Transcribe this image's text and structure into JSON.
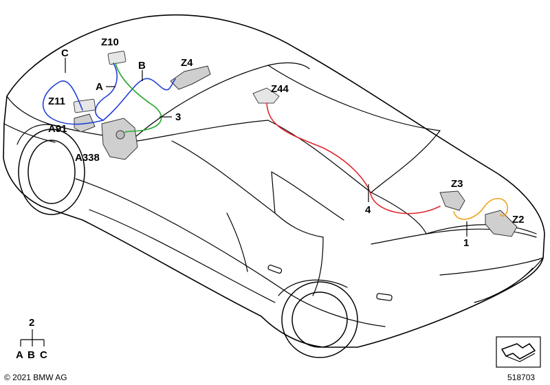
{
  "colors": {
    "wire_blue": "#1f3fd6",
    "wire_green": "#22a82b",
    "wire_red": "#e0252c",
    "wire_orange": "#f0a218"
  },
  "labels": {
    "z10": "Z10",
    "c": "C",
    "b": "B",
    "z4": "Z4",
    "a": "A",
    "z11": "Z11",
    "n3": "3",
    "a91": "A91",
    "a338": "A338",
    "z44": "Z44",
    "z3": "Z3",
    "n4": "4",
    "z2": "Z2",
    "n1": "1"
  },
  "legend": {
    "parent": "2",
    "children": [
      "A",
      "B",
      "C"
    ]
  },
  "footer": {
    "copyright": "© 2021 BMW AG",
    "diagram_number": "518703"
  },
  "icons": {
    "corner": "direction-arrow-icon"
  }
}
